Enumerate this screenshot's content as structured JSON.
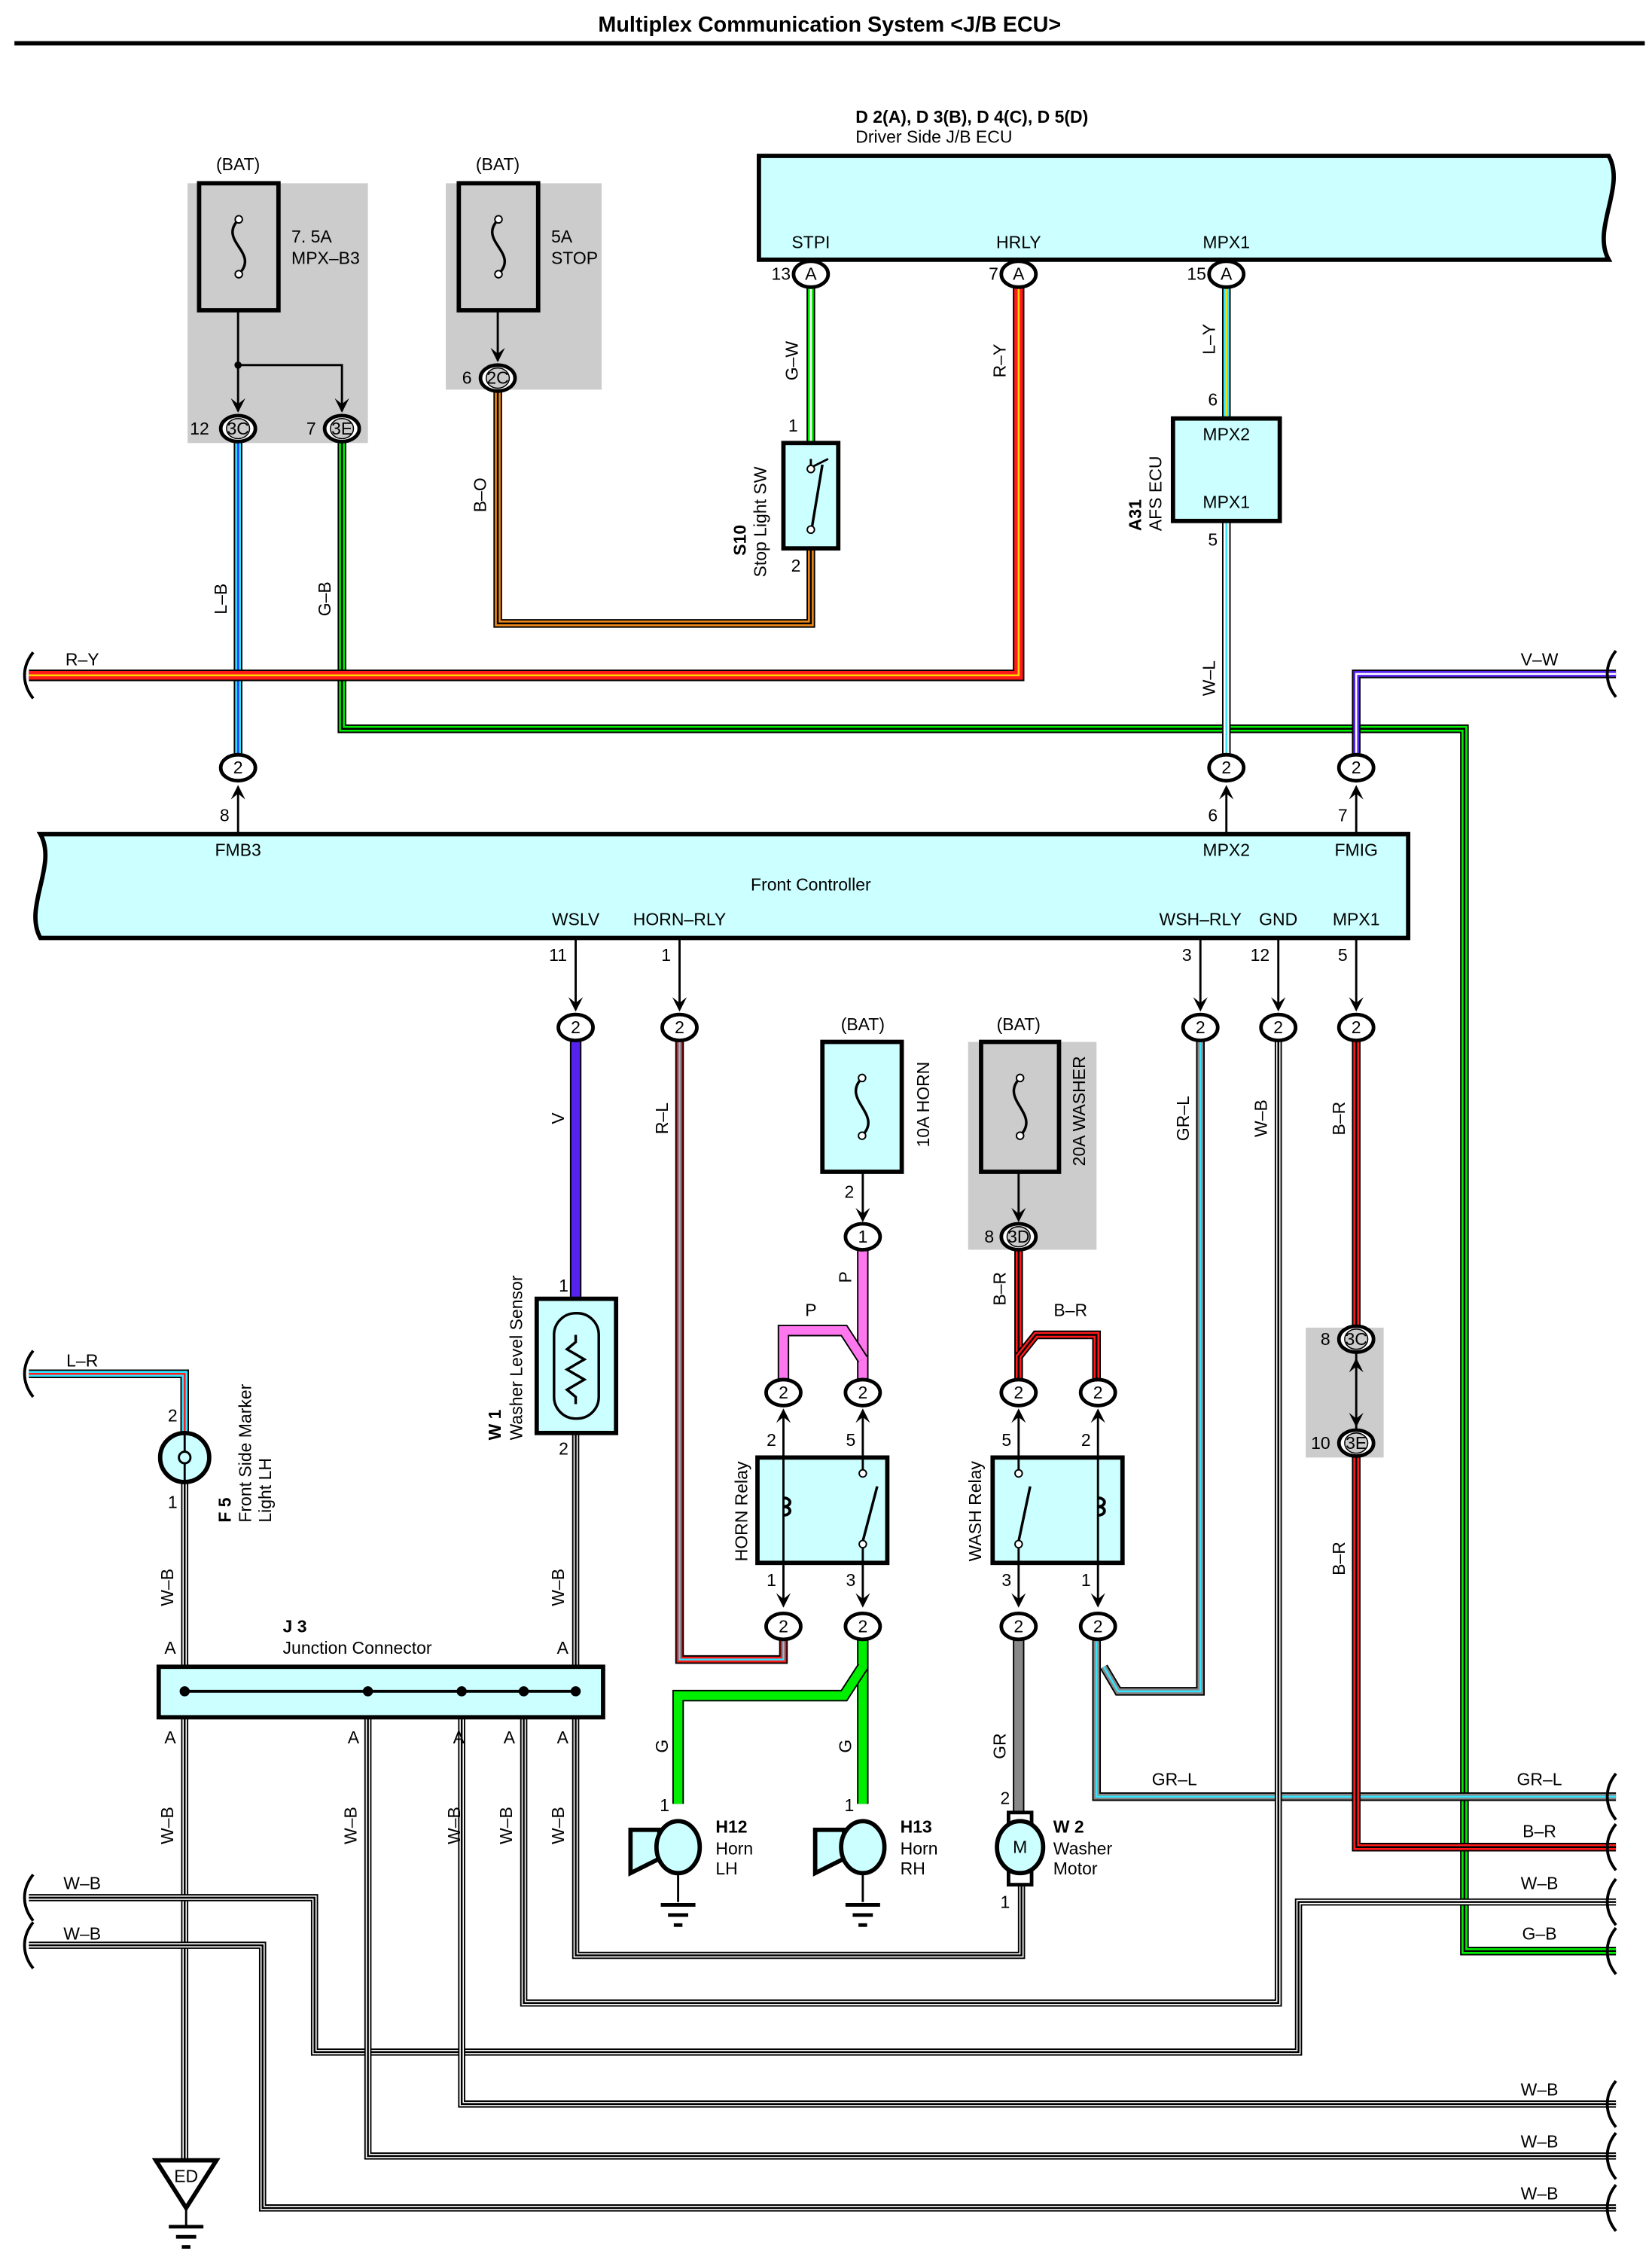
{
  "title": "Multiplex Communication System <J/B ECU>",
  "fuse_mpx": {
    "source": "(BAT)",
    "rating": "7. 5A",
    "name": "MPX–B3",
    "conn1": "3C",
    "pin1": "12",
    "conn2": "3E",
    "pin2": "7"
  },
  "fuse_stop": {
    "source": "(BAT)",
    "rating": "5A",
    "name": "STOP",
    "conn": "2C",
    "pin": "6"
  },
  "jb_ecu": {
    "code": "D 2(A), D 3(B), D 4(C), D 5(D)",
    "name": "Driver Side J/B ECU",
    "terminals": [
      {
        "name": "STPI",
        "pin": "13",
        "conn": "A"
      },
      {
        "name": "HRLY",
        "pin": "7",
        "conn": "A"
      },
      {
        "name": "MPX1",
        "pin": "15",
        "conn": "A"
      }
    ]
  },
  "stop_sw": {
    "code": "S10",
    "name": "Stop Light SW",
    "pin_in": "1",
    "pin_out": "2"
  },
  "afs_ecu": {
    "code": "A31",
    "name": "AFS ECU",
    "term_top": "MPX2",
    "term_bottom": "MPX1",
    "pin_top": "6",
    "pin_bottom": "5"
  },
  "front_controller": {
    "name": "Front Controller",
    "top_terminals": [
      {
        "name": "FMB3",
        "pin": "8",
        "conn": "2"
      },
      {
        "name": "MPX2",
        "pin": "6",
        "conn": "2"
      },
      {
        "name": "FMIG",
        "pin": "7",
        "conn": "2"
      }
    ],
    "bottom_terminals": [
      {
        "name": "WSLV",
        "pin": "11",
        "conn": "2"
      },
      {
        "name": "HORN–RLY",
        "pin": "1",
        "conn": "2"
      },
      {
        "name": "WSH–RLY",
        "pin": "3",
        "conn": "2"
      },
      {
        "name": "GND",
        "pin": "12",
        "conn": "2"
      },
      {
        "name": "MPX1",
        "pin": "5",
        "conn": "2"
      }
    ]
  },
  "horn_fuse": {
    "source": "(BAT)",
    "label": "10A HORN",
    "pin": "2",
    "conn": "1"
  },
  "washer_fuse": {
    "source": "(BAT)",
    "label": "20A WASHER",
    "pin": "8",
    "conn": "3D"
  },
  "washer_sensor": {
    "code": "W 1",
    "name": "Washer Level Sensor",
    "pin_in": "1",
    "pin_out": "2"
  },
  "horn_relay": {
    "name": "HORN Relay",
    "pins": [
      "2",
      "5",
      "1",
      "3"
    ],
    "conn": "2"
  },
  "wash_relay": {
    "name": "WASH Relay",
    "pins": [
      "5",
      "2",
      "3",
      "1"
    ],
    "conn": "2"
  },
  "jb_3c3e": {
    "conn_top": "3C",
    "pin_top": "8",
    "conn_bottom": "3E",
    "pin_bottom": "10"
  },
  "side_marker": {
    "code": "F 5",
    "name_1": "Front Side Marker",
    "name_2": "Light LH",
    "pin_in": "2",
    "pin_out": "1"
  },
  "junction": {
    "code": "J 3",
    "name": "Junction Connector",
    "terminal": "A"
  },
  "horn_lh": {
    "code": "H12",
    "name_1": "Horn",
    "name_2": "LH",
    "pin": "1"
  },
  "horn_rh": {
    "code": "H13",
    "name_1": "Horn",
    "name_2": "RH",
    "pin": "1"
  },
  "washer_motor": {
    "code": "W 2",
    "name_1": "Washer",
    "name_2": "Motor",
    "symbol": "M",
    "pin_in": "2",
    "pin_out": "1"
  },
  "ground": {
    "code": "ED"
  },
  "wires": {
    "g_w": "G–W",
    "r_y": "R–Y",
    "l_y": "L–Y",
    "b_o": "B–O",
    "l_b": "L–B",
    "g_b": "G–B",
    "w_l": "W–L",
    "v_w": "V–W",
    "v": "V",
    "r_l": "R–L",
    "gr_l": "GR–L",
    "w_b": "W–B",
    "b_r": "B–R",
    "p": "P",
    "g": "G",
    "gr": "GR",
    "l_r": "L–R"
  },
  "colors": {
    "ecu_fill": "#ccffff",
    "junction_block": "#cccccc",
    "red": "#ff1a1a",
    "yellow": "#ffd700",
    "green": "#00ee00",
    "cyan": "#33e5ff",
    "blue": "#2233ff",
    "orange": "#ee8a1a",
    "violet": "#5522ee",
    "pink": "#ff77ee",
    "gray": "#888888",
    "white": "#ffffff",
    "black": "#000000"
  }
}
